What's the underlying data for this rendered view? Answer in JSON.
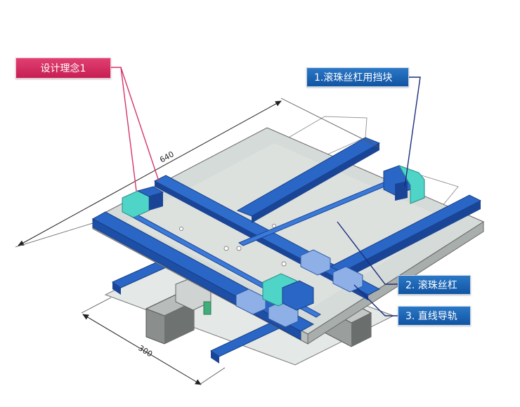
{
  "labels": {
    "design_concept": "设计理念1",
    "ball_screw_block": "1.滚珠丝杠用挡块",
    "ball_screw": "2. 滚珠丝杠",
    "linear_guide": "3. 直线导轨"
  },
  "dimensions": {
    "length": "640",
    "width": "300"
  },
  "colors": {
    "rail_blue": "#2a66c6",
    "rail_dark": "#1a4596",
    "plate_gray": "#d5dbd8",
    "plate_light": "#e9ecea",
    "stopper_cyan": "#4fd4c8",
    "label_blue": "#1a62b3",
    "label_pink": "#d42c62",
    "leader_pink": "#d6336c",
    "leader_navy": "#1c2c7c"
  }
}
